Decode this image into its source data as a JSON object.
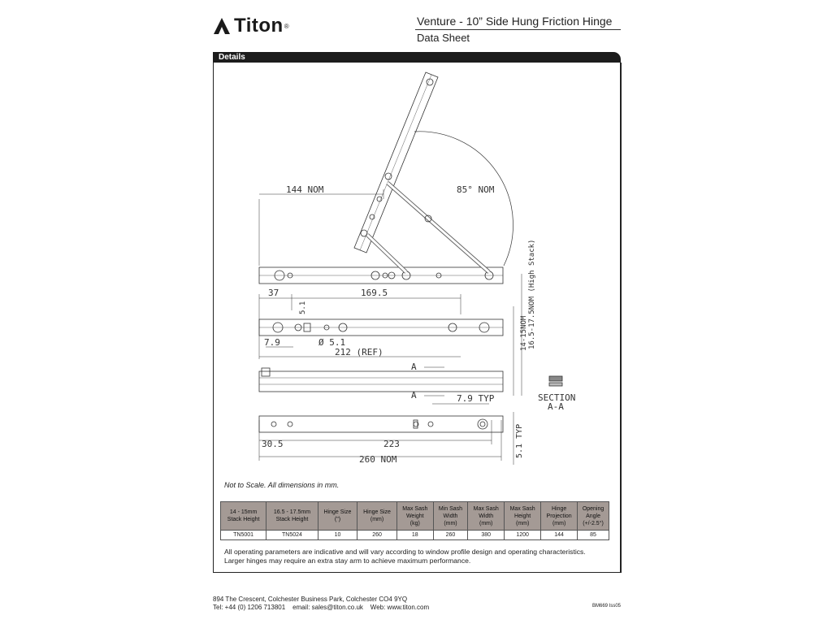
{
  "header": {
    "brand": "Titon",
    "brand_reg": "®",
    "title": "Venture - 10” Side Hung Friction Hinge",
    "subtitle": "Data Sheet",
    "section_label": "Details"
  },
  "drawing": {
    "dim_144": "144 NOM",
    "dim_85": "85° NOM",
    "dim_37": "37",
    "dim_169": "169.5",
    "dim_51a": "5.1",
    "dim_79a": "7.9",
    "dim_dia": "Ø 5.1",
    "dim_212": "212 (REF)",
    "dim_vert": "14-15NOM",
    "dim_vert2": "16.5-17.5NOM (High Stack)",
    "dim_A1": "A",
    "dim_A2": "A",
    "dim_79typ": "7.9 TYP",
    "section_l1": "SECTION",
    "section_l2": "A-A",
    "dim_305": "30.5",
    "dim_223": "223",
    "dim_260": "260 NOM",
    "dim_51typ": "5.1 TYP"
  },
  "note": "Not to Scale. All dimensions in mm.",
  "table": {
    "headers": [
      [
        "14 - 15mm",
        "Stack Height"
      ],
      [
        "16.5 - 17.5mm",
        "Stack Height"
      ],
      [
        "Hinge Size",
        "(\")"
      ],
      [
        "Hinge Size",
        "(mm)"
      ],
      [
        "Max Sash",
        "Weight",
        "(kg)"
      ],
      [
        "Min Sash",
        "Width",
        "(mm)"
      ],
      [
        "Max Sash",
        "Width",
        "(mm)"
      ],
      [
        "Max Sash",
        "Height",
        "(mm)"
      ],
      [
        "Hinge",
        "Projection",
        "(mm)"
      ],
      [
        "Opening",
        "Angle",
        "(+/-2.5°)"
      ]
    ],
    "rows": [
      [
        "TN5001",
        "TN5024",
        "10",
        "260",
        "18",
        "260",
        "380",
        "1200",
        "144",
        "85"
      ]
    ]
  },
  "ops": {
    "line1": "All operating parameters are indicative and will vary according to window profile design and operating characteristics.",
    "line2": "Larger hinges may require an extra stay arm to achieve maximum performance."
  },
  "footer": {
    "address": "894 The Crescent, Colchester Business Park, Colchester CO4 9YQ",
    "contact": "Tel: +44 (0) 1206 713801    email: sales@titon.co.uk    Web: www.titon.com",
    "code": "BM669 Iss05"
  }
}
